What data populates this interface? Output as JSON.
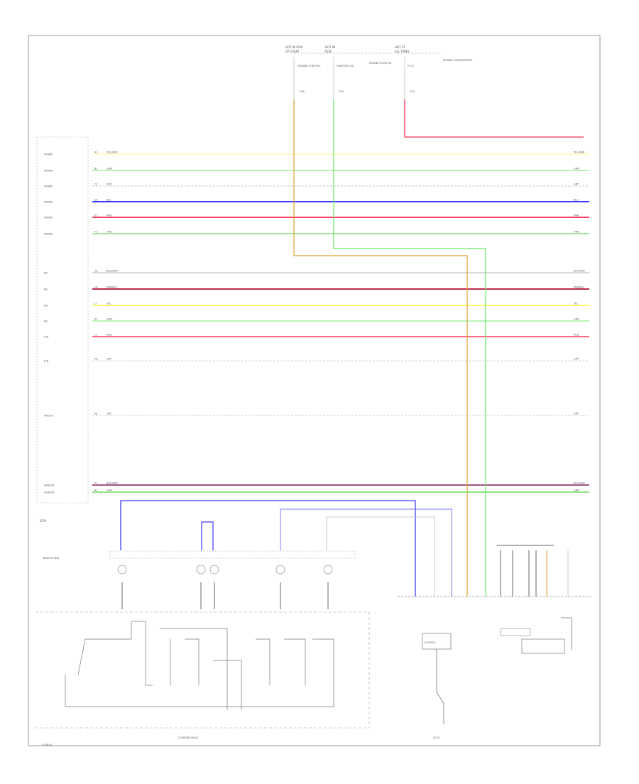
{
  "diagram": {
    "fuses": [
      {
        "id": "fuse-1",
        "top": "HOT IN RUN",
        "sub": "OR START",
        "name": "ENGINE CONTROL",
        "rating": "10A"
      },
      {
        "id": "fuse-2",
        "top": "HOT IN",
        "sub": "RUN",
        "name": "IGNITION COIL",
        "rating": "15A"
      },
      {
        "id": "fuse-3",
        "top": "HOT AT",
        "sub": "ALL TIMES",
        "name": "ETCS",
        "rating": "10A"
      }
    ],
    "fuse_block_label": "ENGINE ROOM J/B",
    "connector_note": "ENGINE COMPARTMENT",
    "module_rows": [
      {
        "label": "INTAKE",
        "pin": "A1",
        "wire": "YEL/GRN",
        "color": "#fffbb0"
      },
      {
        "label": "INTAKE",
        "pin": "B1",
        "wire": "GRN",
        "color": "#9ef29a"
      },
      {
        "label": "INTAKE",
        "pin": "C1",
        "wire": "GRY",
        "color": "#d9d9d9"
      },
      {
        "label": "INTAKE",
        "pin": "D1",
        "wire": "BLU",
        "color": "#3c3cff"
      },
      {
        "label": "INTAKE",
        "pin": "E1",
        "wire": "PNK",
        "color": "#ff4466"
      },
      {
        "label": "INTAKE",
        "pin": "F1",
        "wire": "ORG",
        "color": "#7fe07a"
      },
      {
        "label": "INJ",
        "pin": "G1",
        "wire": "BLK/GRN",
        "color": "#c9c9c9"
      },
      {
        "label": "INJ",
        "pin": "H1",
        "wire": "PNK/BLU",
        "color": "#c0284a"
      },
      {
        "label": "INJ",
        "pin": "J1",
        "wire": "YEL",
        "color": "#ffff40"
      },
      {
        "label": "INJ",
        "pin": "K1",
        "wire": "GRN",
        "color": "#9ef29a"
      },
      {
        "label": "IGN",
        "pin": "L1",
        "wire": "RED",
        "color": "#ff3355"
      },
      {
        "label": "IGN",
        "pin": "M1",
        "wire": "GRY",
        "color": "#e0e0e0"
      },
      {
        "label": "KNOCK",
        "pin": "N1",
        "wire": "GRY",
        "color": "#e0e0e0"
      },
      {
        "label": "SENSOR",
        "pin": "P1",
        "wire": "BLK/GRN",
        "color": "#8b1a5a"
      },
      {
        "label": "SENSOR",
        "pin": "R1",
        "wire": "GRN",
        "color": "#66dd55"
      }
    ],
    "module_label": "ECM",
    "sensor_block_label": "SENSOR UNIT",
    "bottom_label": "CYLINDER HEAD",
    "actuator_label": "CONTROL",
    "ground_label": "G103",
    "page_id": "ECM-01",
    "colors": {
      "orange_wire": "#e0a030",
      "green_wire": "#66ee66",
      "blue_wire": "#3c3cff",
      "red_wire": "#ff3355",
      "grid_line": "#dddddd",
      "border": "#999999"
    }
  }
}
